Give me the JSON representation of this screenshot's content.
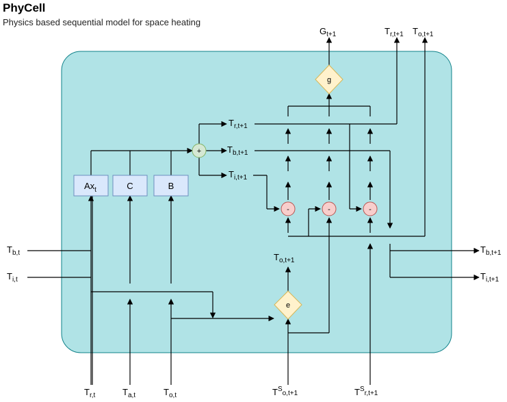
{
  "title": "PhyCell",
  "subtitle": "Physics based sequential model for space heating",
  "colors": {
    "cell_fill": "#b0e3e6",
    "box_fill": "#dae8fc",
    "box_stroke": "#6c8ebf",
    "minus_fill": "#f8cecc",
    "minus_stroke": "#b85450",
    "plus_fill": "#d5e8d4",
    "plus_stroke": "#82b366",
    "diamond_fill": "#fff2cc",
    "diamond_stroke": "#d6b656"
  },
  "boxes": {
    "ax": {
      "main": "Ax",
      "sub": "t"
    },
    "c": "C",
    "b": "B"
  },
  "ops": {
    "plus": "+",
    "minus": "-",
    "g": "g",
    "e": "e"
  },
  "labels": {
    "g_out": {
      "main": "G",
      "sub": "t+1"
    },
    "tr_out": {
      "main": "T",
      "sub": "r,t+1"
    },
    "to_out": {
      "main": "T",
      "sub": "o,t+1"
    },
    "tr_mid": {
      "main": "T",
      "sub": "r,t+1"
    },
    "tb_mid": {
      "main": "T",
      "sub": "b,t+1"
    },
    "ti_mid": {
      "main": "T",
      "sub": "i,t+1"
    },
    "to_mid": {
      "main": "T",
      "sub": "o,t+1"
    },
    "tb_in": {
      "main": "T",
      "sub": "b,t"
    },
    "ti_in": {
      "main": "T",
      "sub": "i,t"
    },
    "tb_right": {
      "main": "T",
      "sub": "b,t+1"
    },
    "ti_right": {
      "main": "T",
      "sub": "i,t+1"
    },
    "tr_bot": {
      "main": "T",
      "sub": "r,t"
    },
    "ta_bot": {
      "main": "T",
      "sub": "a,t"
    },
    "to_bot": {
      "main": "T",
      "sub": "o,t"
    },
    "tso_bot": {
      "main": "T",
      "sup": "S",
      "sub": "o,t+1"
    },
    "tsr_bot": {
      "main": "T",
      "sup": "S",
      "sub": "r,t+1"
    }
  }
}
